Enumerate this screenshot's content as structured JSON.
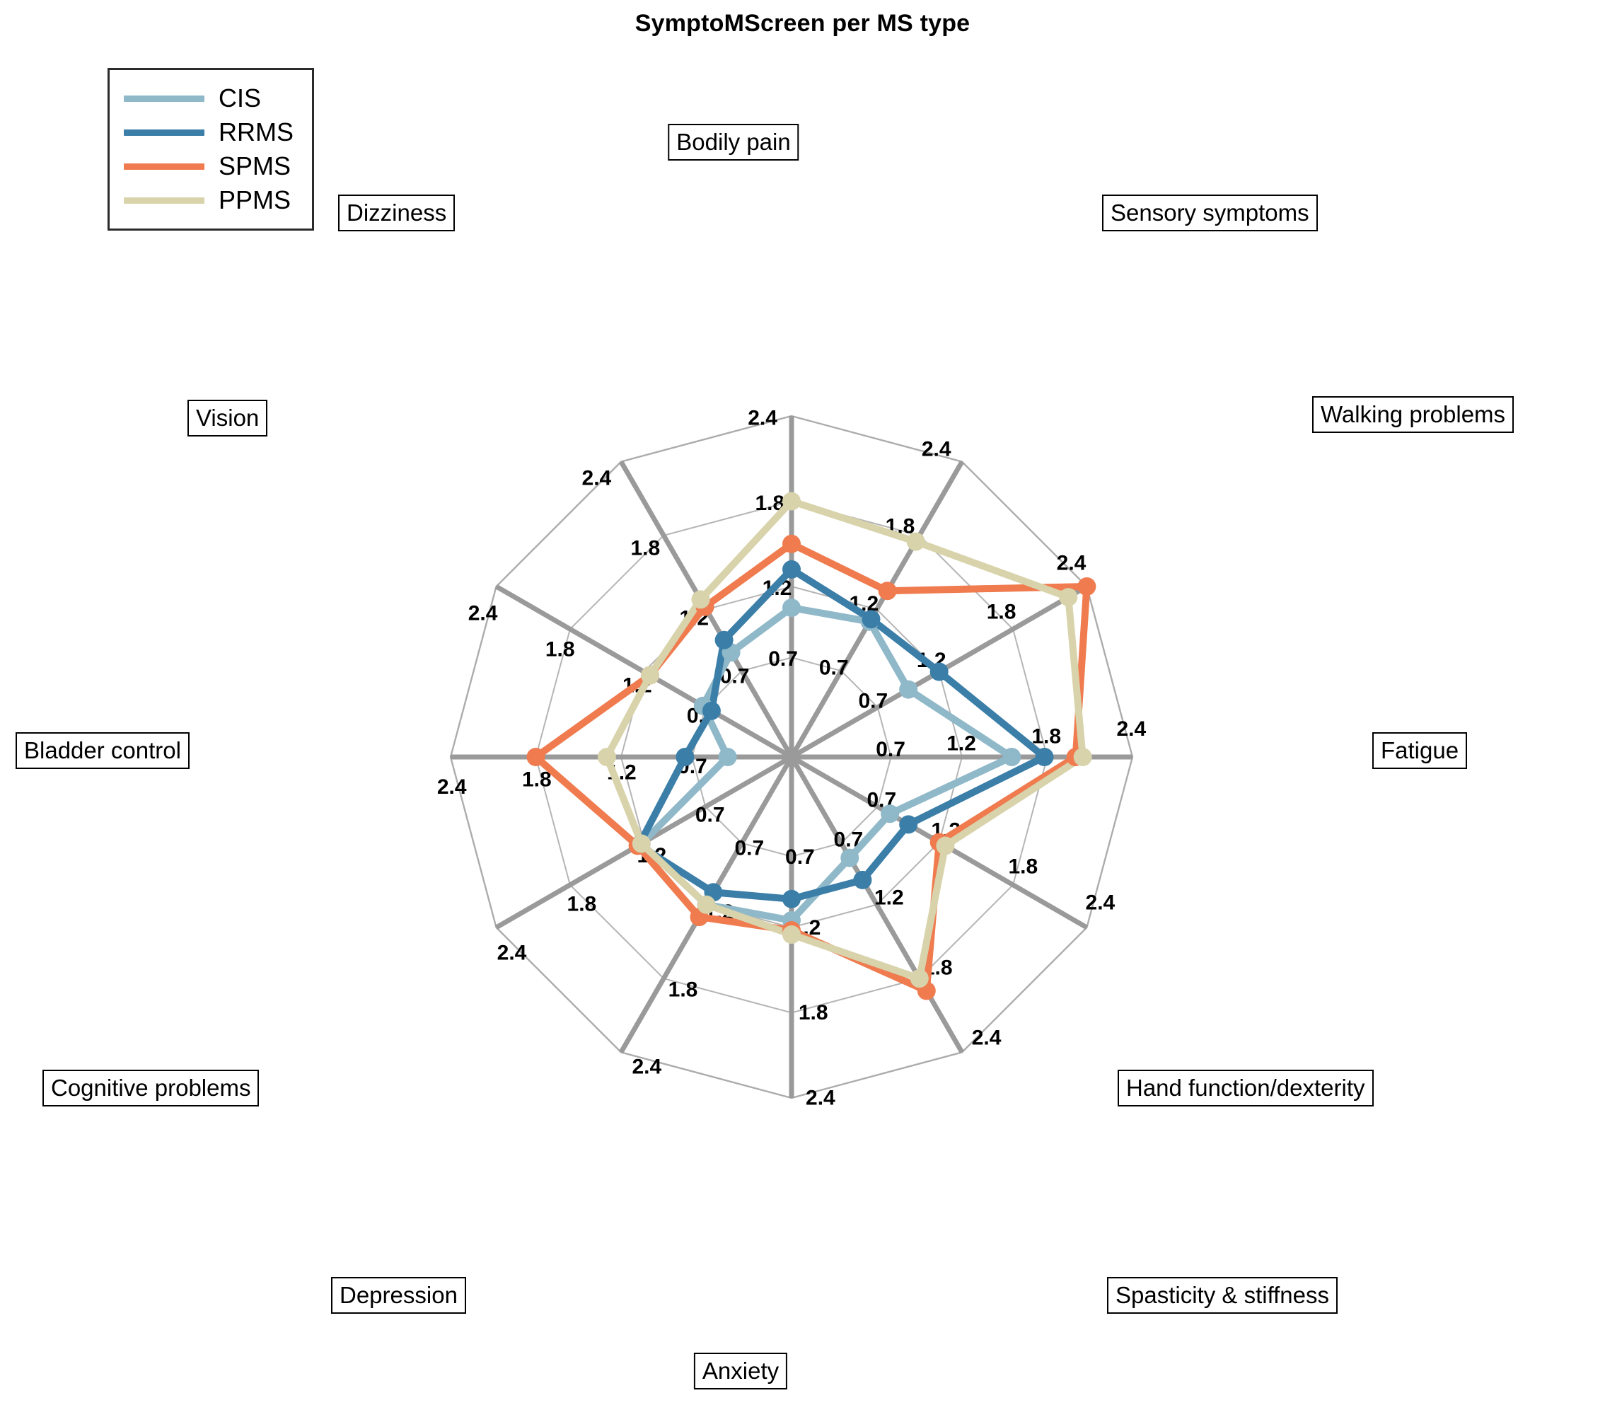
{
  "title": "SymptoMScreen per MS type",
  "legend": {
    "position": "top-left",
    "entries": [
      {
        "label": "CIS",
        "color": "#8fb8c9"
      },
      {
        "label": "RRMS",
        "color": "#3b7ea8"
      },
      {
        "label": "SPMS",
        "color": "#ef7b4f"
      },
      {
        "label": "PPMS",
        "color": "#d8d3ab"
      }
    ]
  },
  "chart_data": {
    "type": "radar",
    "title": "SymptoMScreen per MS type",
    "xlabel": "",
    "ylabel": "",
    "grid": true,
    "legend_position": "top-left",
    "rlim": [
      0.0,
      2.4
    ],
    "rticks": [
      0.7,
      1.2,
      1.8,
      2.4
    ],
    "rtick_labels": [
      "0.7",
      "1.2",
      "1.8",
      "2.4"
    ],
    "categories": [
      "Bodily pain",
      "Sensory symptoms",
      "Walking problems",
      "Fatigue",
      "Hand function/dexterity",
      "Spasticity & stiffness",
      "Anxiety",
      "Depression",
      "Cognitive problems",
      "Bladder control",
      "Vision",
      "Dizziness"
    ],
    "series": [
      {
        "name": "CIS",
        "color": "#8fb8c9",
        "values": [
          1.05,
          1.1,
          0.95,
          1.55,
          0.8,
          0.82,
          1.15,
          1.2,
          1.22,
          0.45,
          0.72,
          0.85
        ]
      },
      {
        "name": "RRMS",
        "color": "#3b7ea8",
        "values": [
          1.32,
          1.12,
          1.2,
          1.78,
          0.95,
          1.0,
          1.0,
          1.1,
          1.24,
          0.75,
          0.65,
          0.95
        ]
      },
      {
        "name": "SPMS",
        "color": "#ef7b4f",
        "values": [
          1.5,
          1.35,
          2.4,
          2.0,
          1.2,
          1.9,
          1.22,
          1.3,
          1.25,
          1.8,
          1.15,
          1.22
        ]
      },
      {
        "name": "PPMS",
        "color": "#d8d3ab",
        "values": [
          1.8,
          1.75,
          2.25,
          2.05,
          1.25,
          1.8,
          1.25,
          1.2,
          1.22,
          1.3,
          1.15,
          1.28
        ]
      }
    ]
  },
  "colors": {
    "grid_major": "#9a9a9a",
    "grid_minor": "#a8a8a8",
    "spoke": "#9a9a9a",
    "text": "#000000",
    "background": "#ffffff"
  }
}
